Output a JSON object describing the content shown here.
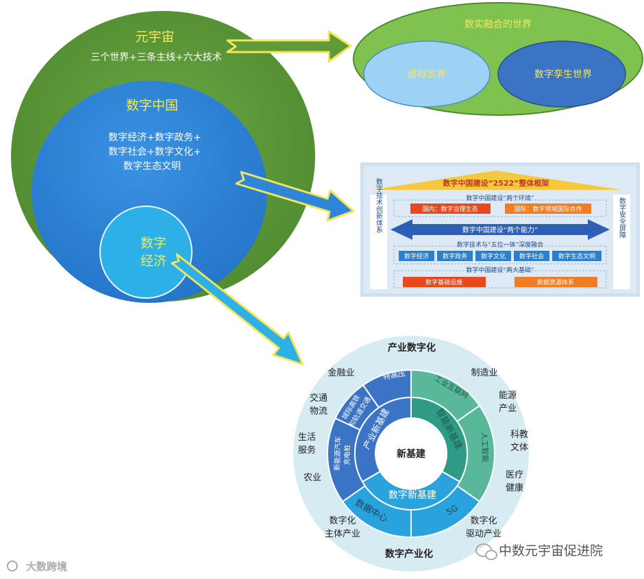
{
  "colors": {
    "outer_green": "#5e9b39",
    "blue_mid": "#2f86d9",
    "light_blue": "#2cb0e6",
    "yellow_text": "#f4e860",
    "arrow_yellow": "#f2e55a",
    "frame_green": "#80c24f",
    "virtual_blue": "#9ed2f5",
    "twin_blue": "#3b74c4",
    "panel_bg": "#dce9f5",
    "roof_yellow": "#f4c93a",
    "red_box": "#e8481e",
    "orange_box": "#f07d25",
    "ring_outer": "#d7ecf2",
    "teal": "#5ab89a",
    "teal_dark": "#2f9a86",
    "ring_blue": "#2aa3dd"
  },
  "metaverse": {
    "title": "元宇宙",
    "subtitle": "三个世界+三条主线+六大技术"
  },
  "digital_china": {
    "title": "数字中国",
    "lines": [
      "数字经济+数字政务+",
      "数字社会+数字文化+",
      "数字生态文明"
    ]
  },
  "digital_economy": {
    "lines": [
      "数字",
      "经济"
    ]
  },
  "fusion_world": {
    "title": "数实融合的世界",
    "virtual": "虚拟世界",
    "twin": "数字孪生世界"
  },
  "framework": {
    "roof_title": "数字中国建设“2522”整体框架",
    "left_pillar": "数字技术创新体系",
    "right_pillar": "数字安全屏障",
    "two_env_title": "数字中国建设“两个环境”",
    "domestic": "国内：数字治理生态",
    "international": "国际：数字领域国际合作",
    "two_ability": "数字中国建设“两个能力”",
    "five_title": "数字技术与“五位一体”深度融合",
    "five_items": [
      "数字经济",
      "数字政务",
      "数字文化",
      "数字社会",
      "数字生态文明"
    ],
    "two_base_title": "数字中国建设“两大基础”",
    "infra": "数字基础设施",
    "data_system": "数据资源体系"
  },
  "new_infra": {
    "center": "新基建",
    "top_label": "产业数字化",
    "bottom_label": "数字产业化",
    "ring_industry": "产业新基建",
    "ring_smart": "智能新基建",
    "ring_digital": "数字新基建",
    "seg_uhv": "特高压",
    "seg_rail": [
      "城际高铁",
      "和轨道交通"
    ],
    "seg_ev": [
      "新能源汽车",
      "充电桩"
    ],
    "seg_iiot": "工业互联网",
    "seg_ai": "人工智能",
    "seg_dc": "数据中心",
    "seg_5g": "5G",
    "outer_finance": "金融业",
    "outer_traffic": [
      "交通",
      "物流"
    ],
    "outer_life": [
      "生活",
      "服务"
    ],
    "outer_agri": "农业",
    "outer_main": [
      "数字化",
      "主体产业"
    ],
    "outer_manu": "制造业",
    "outer_energy": [
      "能源",
      "产业"
    ],
    "outer_edu": [
      "科教",
      "文体"
    ],
    "outer_med": [
      "医疗",
      "健康"
    ],
    "outer_drive": [
      "数字化",
      "驱动产业"
    ]
  },
  "watermarks": {
    "left": "大数跨境",
    "right": "中数元宇宙促进院"
  }
}
